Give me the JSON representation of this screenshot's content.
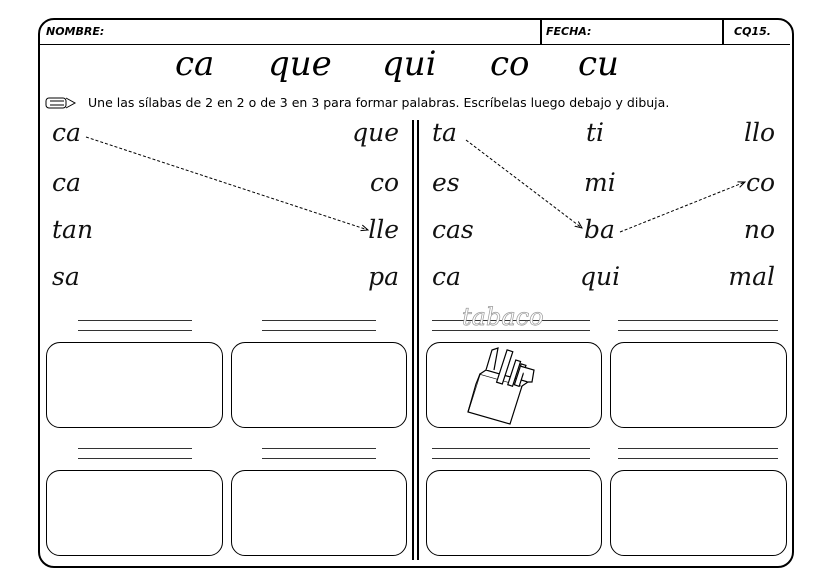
{
  "header": {
    "name_label": "NOMBRE:",
    "date_label": "FECHA:",
    "code": "CQ15."
  },
  "title_syllables": [
    "ca",
    "que",
    "qui",
    "co",
    "cu"
  ],
  "instruction": {
    "icon": "pencil-icon",
    "text": "Une las sílabas de 2 en 2 o de 3 en 3 para formar palabras. Escríbelas luego debajo y dibuja."
  },
  "left": {
    "col1": [
      "ca",
      "ca",
      "tan",
      "sa"
    ],
    "col2": [
      "que",
      "co",
      "lle",
      "pa"
    ]
  },
  "right": {
    "col1": [
      "ta",
      "es",
      "cas",
      "ca"
    ],
    "col2": [
      "ti",
      "mi",
      "ba",
      "qui"
    ],
    "col3": [
      "llo",
      "co",
      "no",
      "mal"
    ]
  },
  "example": {
    "word": "tabaco",
    "image": "cigarette-pack"
  }
}
